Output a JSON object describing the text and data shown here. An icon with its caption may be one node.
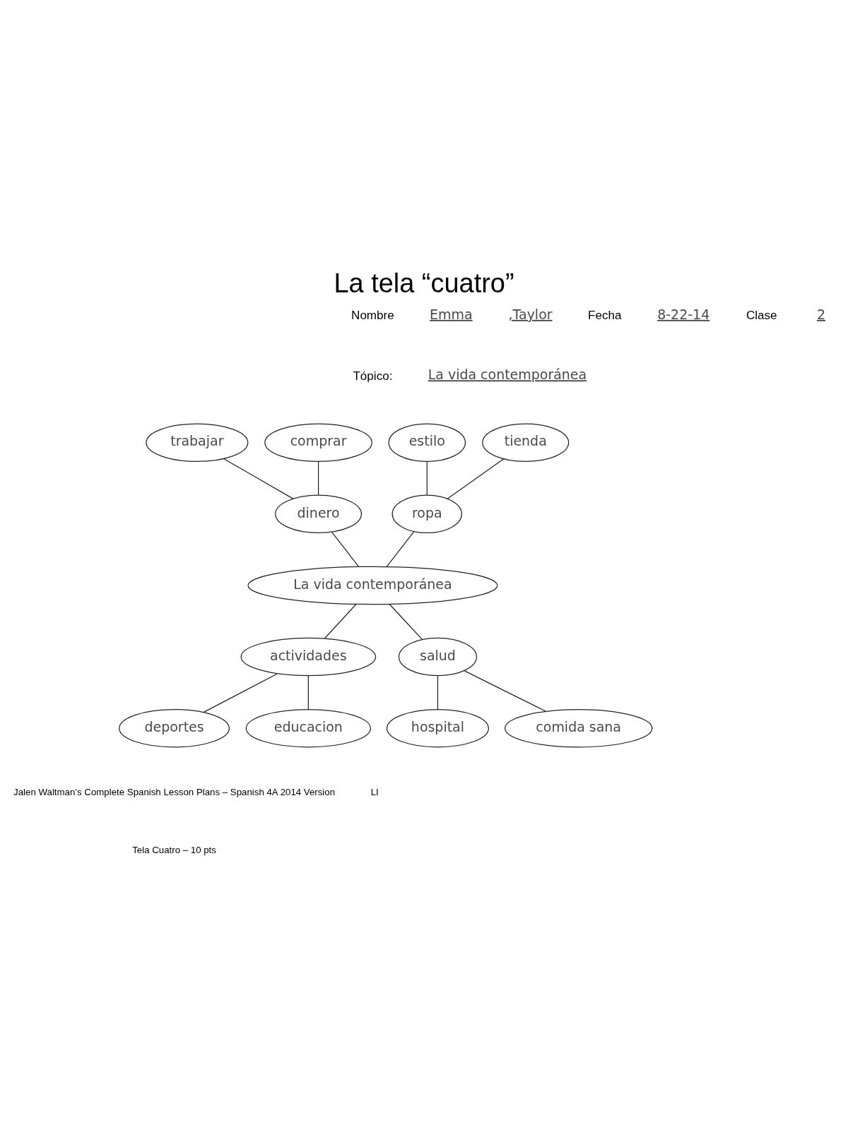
{
  "diagram": {
    "title": "La tela “cuatro”",
    "nodes": [
      {
        "text": [
          "trabajar"
        ]
      },
      {
        "text": [
          "comprar"
        ]
      },
      {
        "text": [
          "estilo"
        ]
      },
      {
        "text": [
          "tienda"
        ]
      },
      {
        "text": [
          "dinero"
        ]
      },
      {
        "text": [
          "ropa"
        ]
      },
      {
        "text": [
          "La vida contemporánea"
        ]
      },
      {
        "text": [
          "actividades"
        ]
      },
      {
        "text": [
          "salud"
        ]
      },
      {
        "text": [
          "deportes"
        ]
      },
      {
        "text": [
          "educacion"
        ]
      },
      {
        "text": [
          "hospital"
        ]
      },
      {
        "text": [
          "comida sana"
        ]
      }
    ],
    "edges": [
      {
        "from": 0,
        "to": 4,
        "arrow": "none"
      },
      {
        "from": 1,
        "to": 4,
        "arrow": "none"
      },
      {
        "from": 2,
        "to": 5,
        "arrow": "none"
      },
      {
        "from": 3,
        "to": 5,
        "arrow": "none"
      },
      {
        "from": 4,
        "to": 6,
        "arrow": "none"
      },
      {
        "from": 5,
        "to": 6,
        "arrow": "none"
      },
      {
        "from": 6,
        "to": 7,
        "arrow": "none"
      },
      {
        "from": 6,
        "to": 8,
        "arrow": "none"
      },
      {
        "from": 7,
        "to": 9,
        "arrow": "none"
      },
      {
        "from": 7,
        "to": 10,
        "arrow": "none"
      },
      {
        "from": 8,
        "to": 11,
        "arrow": "none"
      },
      {
        "from": 8,
        "to": 12,
        "arrow": "none"
      }
    ],
    "labels": [
      "Nombre",
      "Emma",
      ",Taylor",
      "Fecha",
      "8-22-14",
      "Clase",
      "2",
      "Tópico:",
      "La vida contemporánea",
      "Jalen Waltman’s Complete Spanish Lesson Plans – Spanish 4A 2014 Version",
      "Tela Cuatro – 10 pts",
      "LI"
    ]
  }
}
